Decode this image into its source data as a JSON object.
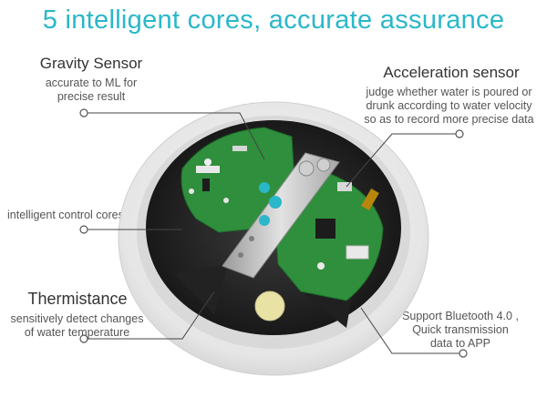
{
  "headline": "5 intelligent cores, accurate assurance",
  "gravity": {
    "title": "Gravity Sensor",
    "desc1": "accurate to ML for",
    "desc2": "precise result"
  },
  "acceleration": {
    "title": "Acceleration sensor",
    "desc1": "judge whether water is poured or",
    "desc2": "drunk according to water velocity",
    "desc3": "so as to record more precise data"
  },
  "control": {
    "label": "intelligent control cores"
  },
  "thermistance": {
    "title": "Thermistance",
    "desc1": "sensitively detect changes",
    "desc2": "of water temperature"
  },
  "bluetooth": {
    "line1": "Support Bluetooth 4.0 ,",
    "line2": "Quick transmission",
    "line3": "data to APP"
  },
  "colors": {
    "accent": "#2ab7c9",
    "pcb": "#2e8b3a",
    "metal": "#c9c9c9"
  }
}
